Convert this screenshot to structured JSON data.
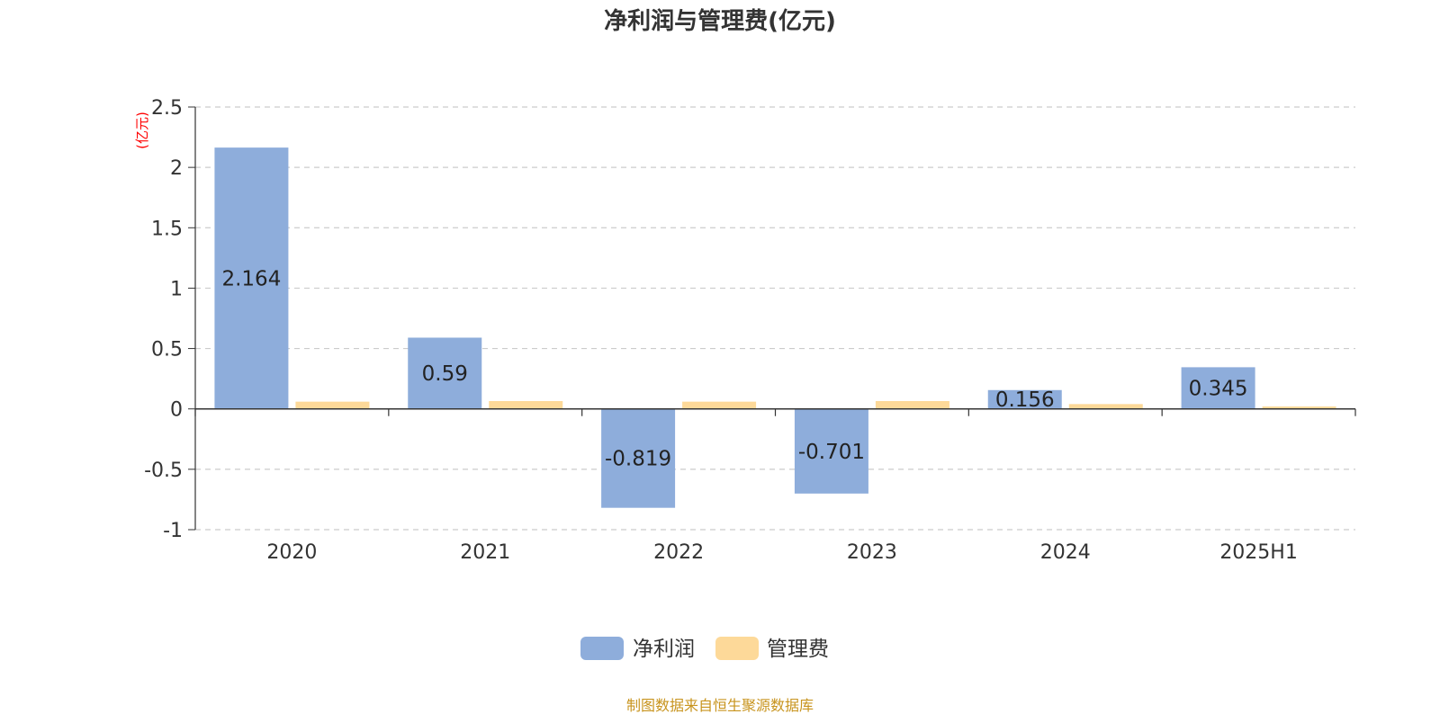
{
  "chart_data": {
    "type": "bar",
    "title": "净利润与管理费(亿元)",
    "y_unit_label": "(亿元)",
    "categories": [
      "2020",
      "2021",
      "2022",
      "2023",
      "2024",
      "2025H1"
    ],
    "series": [
      {
        "name": "净利润",
        "color": "#8EADDB",
        "values": [
          2.164,
          0.59,
          -0.819,
          -0.701,
          0.156,
          0.345
        ],
        "labels": [
          "2.164",
          "0.59",
          "-0.819",
          "-0.701",
          "0.156",
          "0.345"
        ]
      },
      {
        "name": "管理费",
        "color": "#FDD999",
        "values": [
          0.06,
          0.065,
          0.06,
          0.065,
          0.04,
          0.02
        ]
      }
    ],
    "ylim": [
      -1,
      2.5
    ],
    "yticks": [
      -1,
      -0.5,
      0,
      0.5,
      1,
      1.5,
      2,
      2.5
    ],
    "ytick_labels": [
      "-1",
      "-0.5",
      "0",
      "0.5",
      "1",
      "1.5",
      "2",
      "2.5"
    ],
    "grid": true,
    "legend_position": "bottom-center"
  },
  "source": "制图数据来自恒生聚源数据库",
  "colors": {
    "title": "#333333",
    "axis": "#333333",
    "tick_label": "#333333",
    "grid": "#cccccc",
    "unit_label": "#ff0000",
    "source": "#c8941e"
  }
}
